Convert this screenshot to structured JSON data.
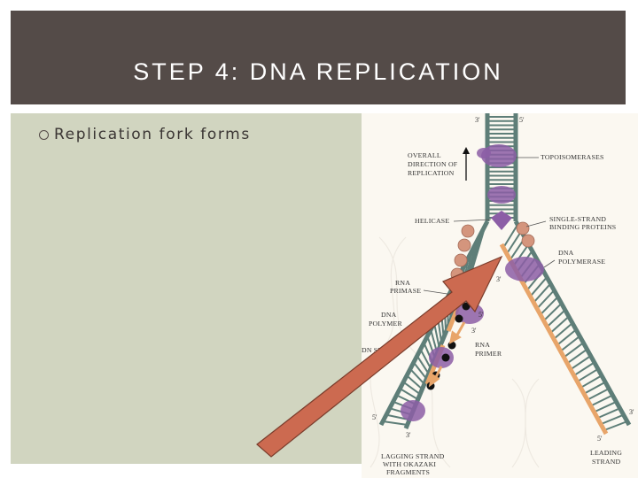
{
  "slide": {
    "title": "STEP 4: DNA REPLICATION",
    "bullet": "Replication fork forms"
  },
  "diagram": {
    "labels": {
      "overall_direction": [
        "OVERALL",
        "DIRECTION OF",
        "REPLICATION"
      ],
      "topoisomerases": "TOPOISOMERASES",
      "helicase": "HELICASE",
      "single_strand_binding_proteins": [
        "SINGLE-STRAND",
        "BINDING PROTEINS"
      ],
      "dna_polymerase_right": [
        "DNA",
        "POLYMERASE"
      ],
      "rna_primase": [
        "RNA",
        "PRIMASE"
      ],
      "dna_polymerase_left": [
        "DNA",
        "POLYMER"
      ],
      "dna_ligase": "DN SE",
      "rna_primer": [
        "RNA",
        "PRIMER"
      ],
      "lagging_strand": [
        "LAGGING STRAND",
        "WITH OKAZAKI",
        "FRAGMENTS"
      ],
      "leading_strand": [
        "LEADING",
        "STRAND"
      ]
    },
    "strand_ends": {
      "top_left": "3'",
      "top_right": "5'",
      "mid_right": "3'",
      "primer_5": "5'",
      "primer_3": "3'",
      "bottom_left": "5'",
      "bottom_left_inner": "3'",
      "bottom_right": "3'",
      "bottom_right_inner": "5'"
    },
    "colors": {
      "backbone": "#5e7e78",
      "new_strand": "#e8a56a",
      "topoisomerase": "#8c5ea6",
      "binding_protein": "#d4957d",
      "pointer_arrow": "#cc6a50",
      "primer_dot": "#111111"
    }
  }
}
